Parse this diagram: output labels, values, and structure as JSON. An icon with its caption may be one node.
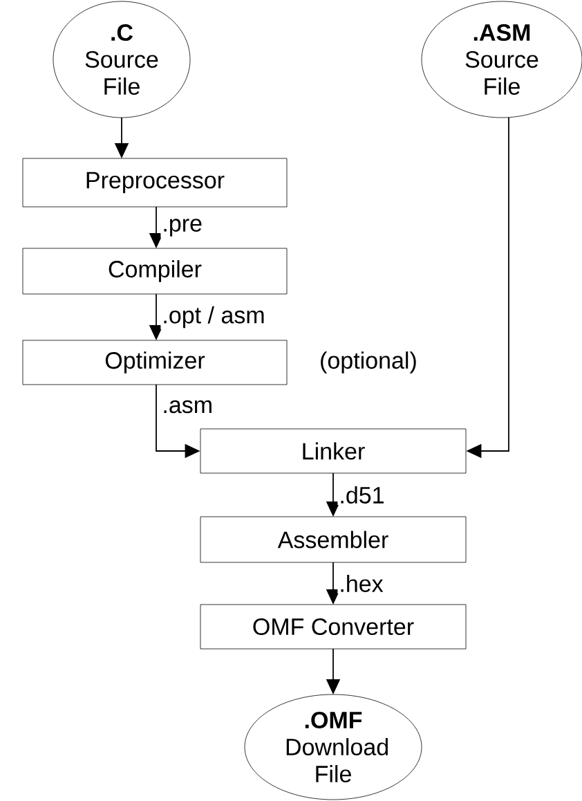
{
  "diagram": {
    "nodes": [
      {
        "text": [
          ".C",
          "Source File"
        ]
      },
      {
        "text": [
          ".ASM",
          "Source File"
        ]
      },
      {
        "text": [
          "Preprocessor"
        ]
      },
      {
        "text": [
          "Compiler"
        ]
      },
      {
        "text": [
          "Optimizer"
        ],
        "beside": [
          "(optional)"
        ]
      },
      {
        "text": [
          "Linker"
        ]
      },
      {
        "text": [
          "Assembler"
        ]
      },
      {
        "text": [
          "OMF Converter"
        ]
      },
      {
        "text": [
          ".OMF",
          "Download File"
        ]
      }
    ],
    "edges": [
      {
        "from": 0,
        "to": 2,
        "arrow": "to"
      },
      {
        "from": 2,
        "to": 3,
        "arrow": "to",
        "label": ".pre"
      },
      {
        "from": 3,
        "to": 4,
        "arrow": "to",
        "label": ".opt / asm"
      },
      {
        "from": 4,
        "to": 5,
        "arrow": "to",
        "label": ".asm"
      },
      {
        "from": 1,
        "to": 5,
        "arrow": "to"
      },
      {
        "from": 5,
        "to": 6,
        "arrow": "to",
        "label": ".d51"
      },
      {
        "from": 6,
        "to": 7,
        "arrow": "to",
        "label": ".hex"
      },
      {
        "from": 7,
        "to": 8,
        "arrow": "to"
      }
    ]
  }
}
